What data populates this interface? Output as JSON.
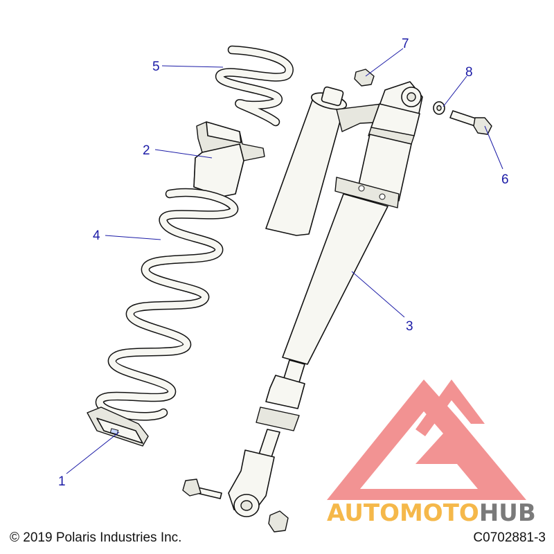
{
  "diagram": {
    "callouts": [
      {
        "id": "1",
        "label": "1"
      },
      {
        "id": "2",
        "label": "2"
      },
      {
        "id": "3",
        "label": "3"
      },
      {
        "id": "4",
        "label": "4"
      },
      {
        "id": "5",
        "label": "5"
      },
      {
        "id": "6",
        "label": "6"
      },
      {
        "id": "7",
        "label": "7"
      },
      {
        "id": "8",
        "label": "8"
      }
    ]
  },
  "footer": {
    "copyright": "© 2019 Polaris Industries Inc.",
    "drawing_id": "C0702881-3"
  },
  "watermark": {
    "text_part1": "AUTOMOTO",
    "text_part2": "HUB",
    "color_logo": "#f08080",
    "color_part1": "#f5b84a",
    "color_part2": "#7a7a7a"
  }
}
